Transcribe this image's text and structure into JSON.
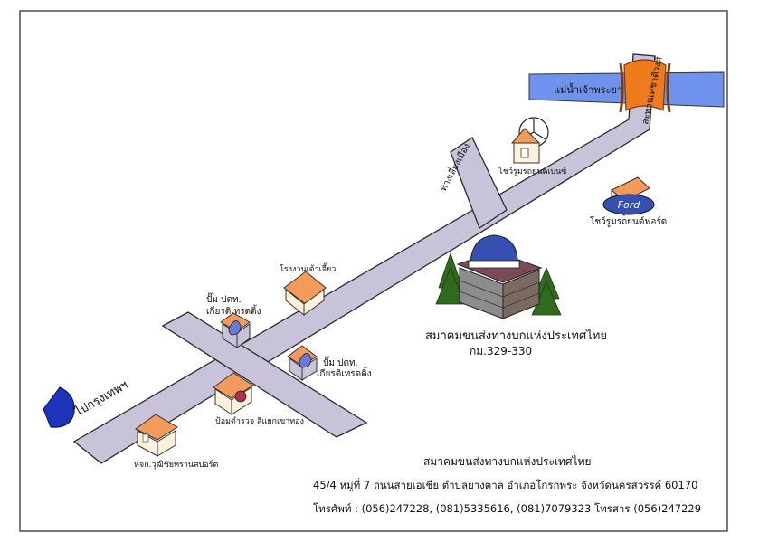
{
  "colors": {
    "road": "#c9c3d9",
    "road_stroke": "#2a2a2a",
    "river": "#6f93ec",
    "bridge": "#f07a1e",
    "roof": "#f29b5c",
    "wall": "#fff2dc",
    "pump": "#6b79d8",
    "arrow": "#1d33b8",
    "tree": "#2f6a1f"
  },
  "labels": {
    "river": "แม่น้ำเจ้าพระยา",
    "bridge": "สะพานเดชาติวงศ์",
    "side_road": "ทางเลี่ยงเมือง",
    "benz": "โชว์รูมรถยนต์เบนซ์",
    "ford_logo": "Ford",
    "ford": "โชว์รูมรถยนต์ฟอร์ด",
    "factory": "โรงงานเต้าเจี๊ยว",
    "pump1_line1": "ปั๊ม ปตท.",
    "pump1_line2": "เกียรติเทรดดิ้ง",
    "pump2_line1": "ปั๊ม ปตท.",
    "pump2_line2": "เกียรติเทรดดิ้ง",
    "association": "สมาคมขนส่งทางบกแห่งประเทศไทย",
    "km": "กม.329-330",
    "to_bangkok": "ไปกรุงเทพฯ",
    "police_box": "ป้อมตำรวจ สี่แยกเขาทอง",
    "shop": "หจก.วุฒิชัยทรานสปอร์ต"
  },
  "footer": {
    "name": "สมาคมขนส่งทางบกแห่งประเทศไทย",
    "address": "45/4 หมู่ที่ 7 ถนนสายเอเชีย ตำบลยางตาล อำเภอโกรกพระ จังหวัดนครสวรรค์ 60170",
    "phone": "โทรศัพท์ : (056)247228, (081)5335616, (081)7079323 โทรสาร (056)247229"
  }
}
